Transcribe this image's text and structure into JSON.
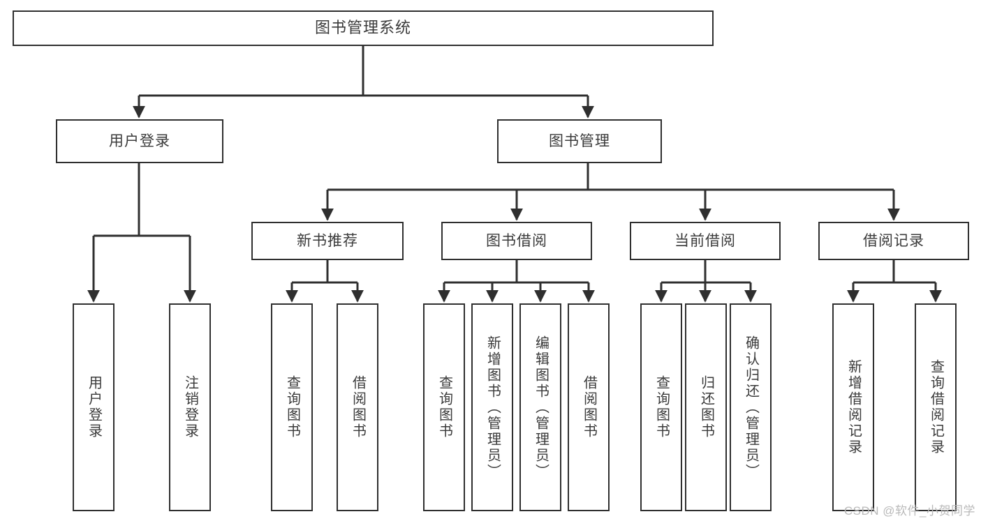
{
  "diagram": {
    "type": "tree-hierarchy",
    "title": "图书管理系统",
    "orientation": "top-down",
    "colors": {
      "box_border": "#2f2f2f",
      "box_fill": "#ffffff",
      "text": "#3a3a3a",
      "connector": "#2f2f2f",
      "watermark": "#b9b9b9",
      "background": "#ffffff"
    },
    "root": {
      "label": "图书管理系统"
    },
    "level2": [
      {
        "label": "用户登录"
      },
      {
        "label": "图书管理"
      }
    ],
    "level3": [
      {
        "label": "新书推荐"
      },
      {
        "label": "图书借阅"
      },
      {
        "label": "当前借阅"
      },
      {
        "label": "借阅记录"
      }
    ],
    "leaves": {
      "user_login": [
        {
          "label": "用户登录"
        },
        {
          "label": "注销登录"
        }
      ],
      "new_book_recommend": [
        {
          "label": "查询图书"
        },
        {
          "label": "借阅图书"
        }
      ],
      "book_borrow": [
        {
          "label": "查询图书"
        },
        {
          "label": "新增图书（管理员）"
        },
        {
          "label": "编辑图书（管理员）"
        },
        {
          "label": "借阅图书"
        }
      ],
      "current_borrow": [
        {
          "label": "查询图书"
        },
        {
          "label": "归还图书"
        },
        {
          "label": "确认归还（管理员）"
        }
      ],
      "borrow_record": [
        {
          "label": "新增借阅记录"
        },
        {
          "label": "查询借阅记录"
        }
      ]
    }
  },
  "watermark": {
    "text": "CSDN @软件_小贺同学"
  }
}
